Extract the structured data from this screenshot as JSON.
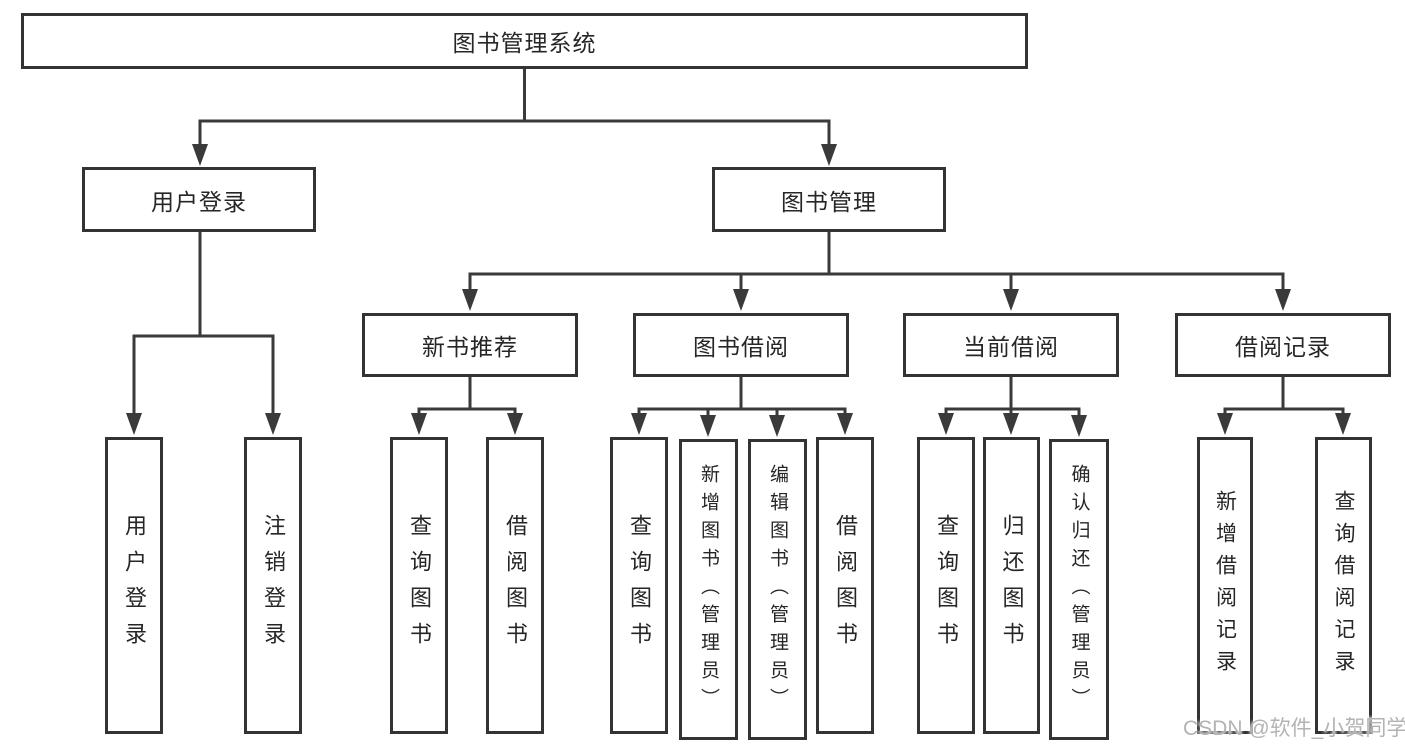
{
  "tree": {
    "label": "图书管理系统",
    "children": [
      {
        "label": "用户登录",
        "children": [
          {
            "label": "用户登录"
          },
          {
            "label": "注销登录"
          }
        ]
      },
      {
        "label": "图书管理",
        "children": [
          {
            "label": "新书推荐",
            "children": [
              {
                "label": "查询图书"
              },
              {
                "label": "借阅图书"
              }
            ]
          },
          {
            "label": "图书借阅",
            "children": [
              {
                "label": "查询图书"
              },
              {
                "label": "新增图书（管理员）"
              },
              {
                "label": "编辑图书（管理员）"
              },
              {
                "label": "借阅图书"
              }
            ]
          },
          {
            "label": "当前借阅",
            "children": [
              {
                "label": "查询图书"
              },
              {
                "label": "归还图书"
              },
              {
                "label": "确认归还（管理员）"
              }
            ]
          },
          {
            "label": "借阅记录",
            "children": [
              {
                "label": "新增借阅记录"
              },
              {
                "label": "查询借阅记录"
              }
            ]
          }
        ]
      }
    ]
  },
  "watermark": "CSDN @软件_小贺同学",
  "colors": {
    "line": "#3a3a3a",
    "box_border": "#333333",
    "text": "#262626",
    "background": "#ffffff",
    "watermark": "#b3b3b3"
  }
}
